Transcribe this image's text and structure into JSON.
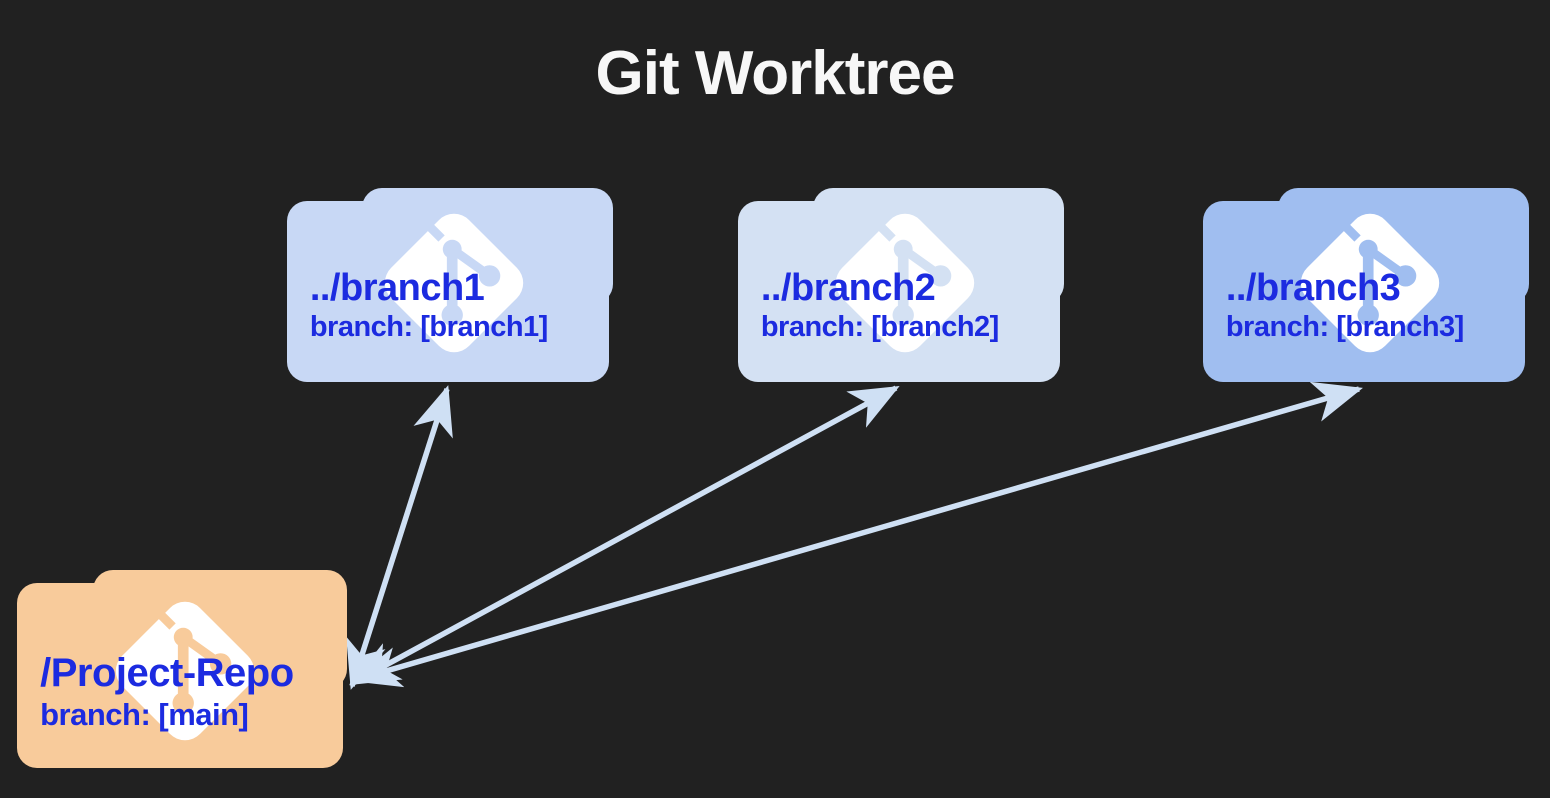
{
  "title": "Git Worktree",
  "colors": {
    "background": "#212121",
    "label_text": "#1c2be0",
    "arrow": "#cfe0f4",
    "git_diamond": "#ffffff",
    "title_text": "#f7f7f7"
  },
  "main_repo": {
    "path": "/Project-Repo",
    "branch_label": "branch: [main]",
    "color": "#f8cb9b"
  },
  "worktrees": [
    {
      "path": "../branch1",
      "branch_label": "branch: [branch1]",
      "color": "#c8d8f5"
    },
    {
      "path": "../branch2",
      "branch_label": "branch: [branch2]",
      "color": "#d4e1f3"
    },
    {
      "path": "../branch3",
      "branch_label": "branch: [branch3]",
      "color": "#a0bef0"
    }
  ],
  "connections": [
    {
      "from": "/Project-Repo",
      "to": "../branch1",
      "bidirectional": true
    },
    {
      "from": "/Project-Repo",
      "to": "../branch2",
      "bidirectional": true
    },
    {
      "from": "/Project-Repo",
      "to": "../branch3",
      "bidirectional": true
    }
  ]
}
